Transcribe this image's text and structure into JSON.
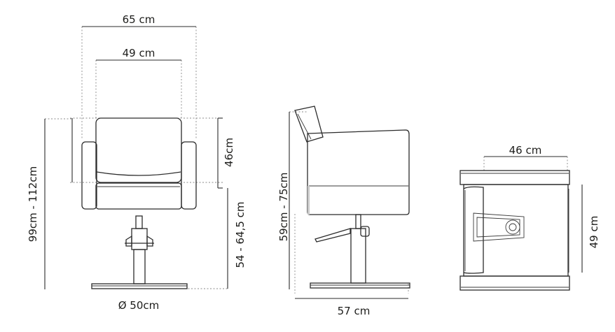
{
  "front_view": {
    "overall_width": "65 cm",
    "seat_width": "49 cm",
    "total_height": "99cm - 112cm",
    "backrest_height": "46cm",
    "seat_height": "54 - 64,5 cm",
    "base_diameter": "Ø 50cm"
  },
  "side_view": {
    "height": "59cm - 75cm",
    "depth": "57 cm"
  },
  "top_view": {
    "inner_width": "46 cm",
    "depth": "49 cm"
  }
}
